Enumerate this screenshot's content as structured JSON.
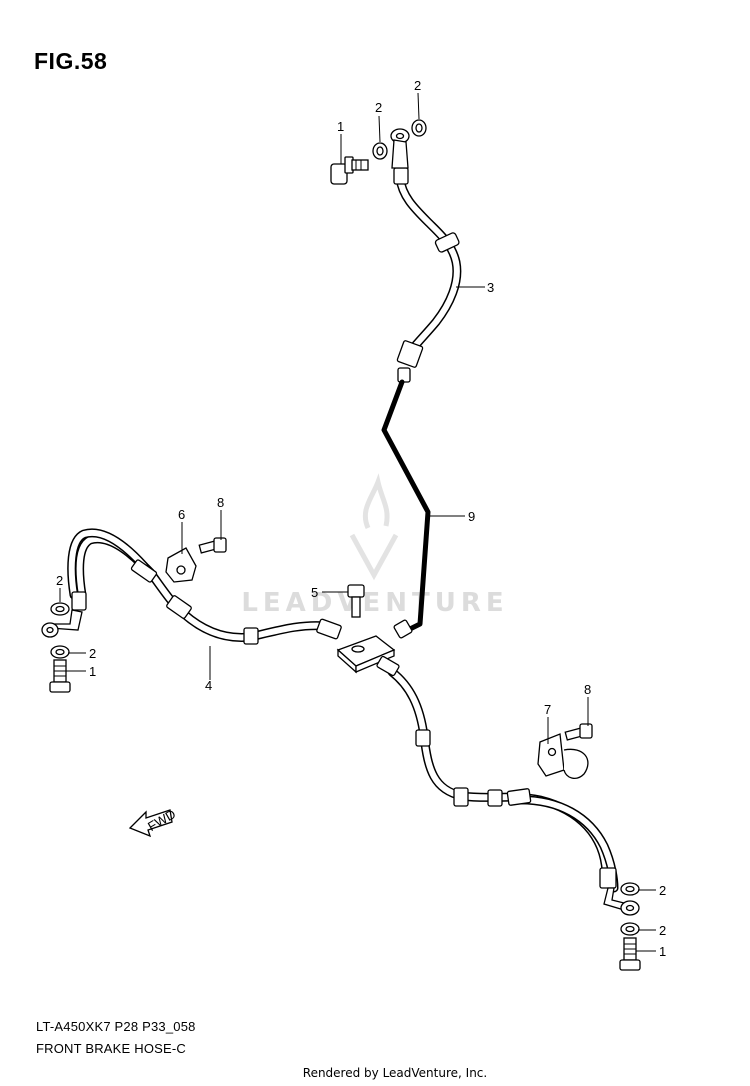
{
  "figure": {
    "title": "FIG.58",
    "caption_code": "LT-A450XK7 P28 P33_058",
    "caption_name": "FRONT BRAKE  HOSE-C",
    "credit": "Rendered by LeadVenture, Inc.",
    "watermark": "LEADVENTURE",
    "direction_label": "FWD"
  },
  "callouts": {
    "c1_top": "1",
    "c2_top_a": "2",
    "c2_top_b": "2",
    "c3": "3",
    "c9": "9",
    "c6": "6",
    "c8_left": "8",
    "c5": "5",
    "c2_left_a": "2",
    "c2_left_b": "2",
    "c1_left": "1",
    "c4": "4",
    "c8_right": "8",
    "c7": "7",
    "c2_right_a": "2",
    "c2_right_b": "2",
    "c1_right": "1"
  }
}
